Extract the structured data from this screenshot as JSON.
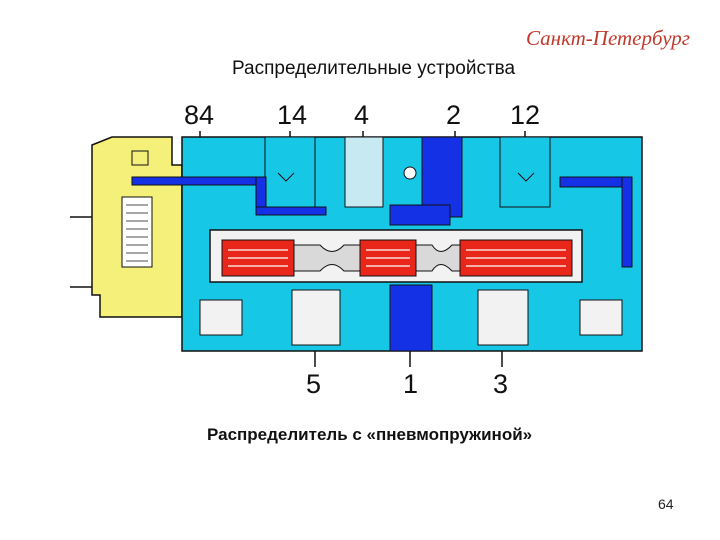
{
  "header": {
    "city": "Санкт-Петербург",
    "title": "Распределительные устройства"
  },
  "diagram": {
    "ports_top": [
      "84",
      "14",
      "4",
      "2",
      "12"
    ],
    "ports_bottom": [
      "5",
      "1",
      "3"
    ],
    "colors": {
      "body": "#17c7e6",
      "pressure": "#1531e6",
      "spring": "#e8261a",
      "solenoid": "#f4f07a",
      "outline": "#111111"
    }
  },
  "caption": "Распределитель с «пневмопружиной»",
  "page_number": "64"
}
